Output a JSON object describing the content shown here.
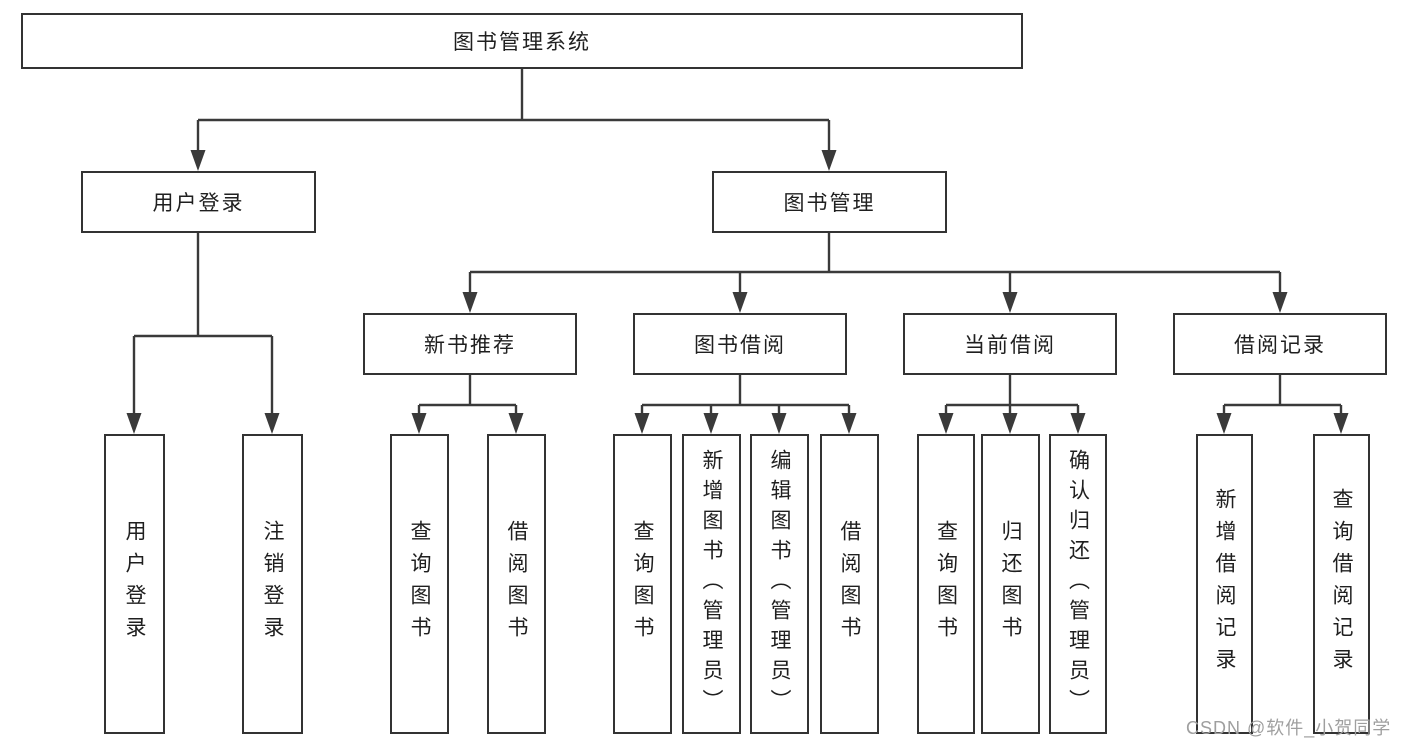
{
  "tree": {
    "label": "图书管理系统",
    "children": [
      {
        "label": "用户登录",
        "children": [
          {
            "label": "用户登录"
          },
          {
            "label": "注销登录"
          }
        ]
      },
      {
        "label": "图书管理",
        "children": [
          {
            "label": "新书推荐",
            "children": [
              {
                "label": "查询图书"
              },
              {
                "label": "借阅图书"
              }
            ]
          },
          {
            "label": "图书借阅",
            "children": [
              {
                "label": "查询图书"
              },
              {
                "label": "新增图书（管理员）"
              },
              {
                "label": "编辑图书（管理员）"
              },
              {
                "label": "借阅图书"
              }
            ]
          },
          {
            "label": "当前借阅",
            "children": [
              {
                "label": "查询图书"
              },
              {
                "label": "归还图书"
              },
              {
                "label": "确认归还（管理员）"
              }
            ]
          },
          {
            "label": "借阅记录",
            "children": [
              {
                "label": "新增借阅记录"
              },
              {
                "label": "查询借阅记录"
              }
            ]
          }
        ]
      }
    ]
  },
  "watermark": {
    "text": "CSDN @软件_小贺同学"
  },
  "colors": {
    "line": "#3a3a3a",
    "box_border": "#333333",
    "text": "#1f1f1f",
    "watermark": "#9f9f9f",
    "background": "#ffffff"
  }
}
